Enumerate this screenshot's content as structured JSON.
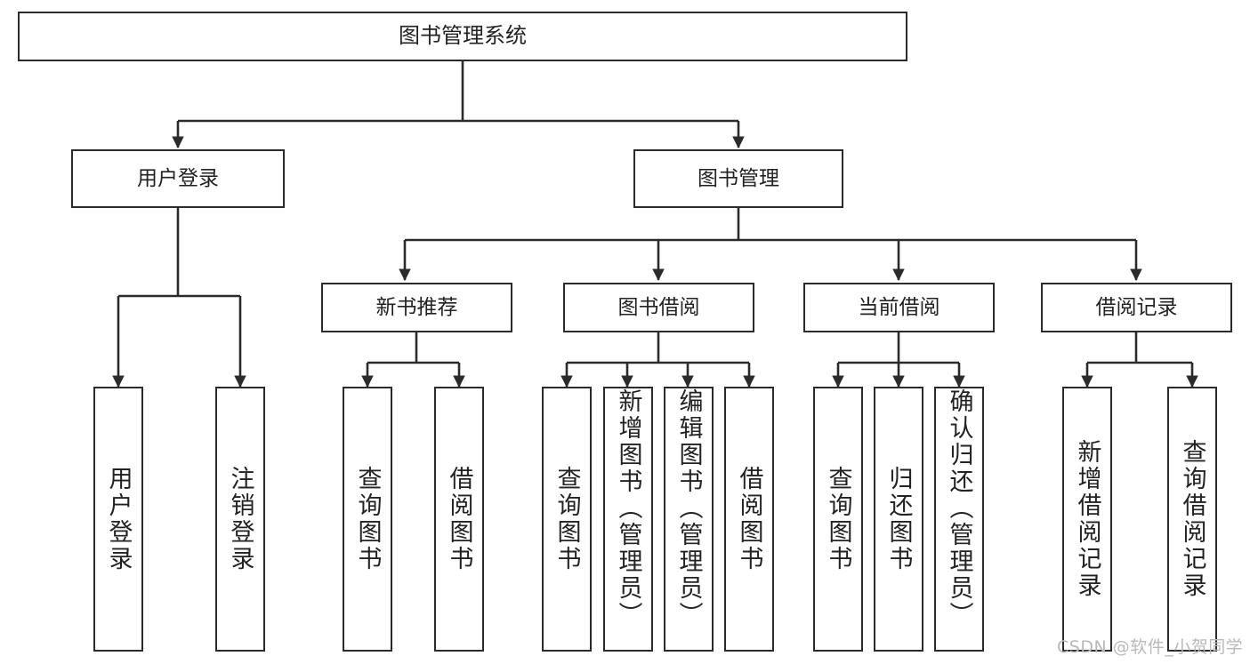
{
  "diagram": {
    "title": "图书管理系统",
    "watermark": "CSDN @软件_小贺同学",
    "stroke_color": "#2b2b2b",
    "text_color": "#222222",
    "background": "#ffffff",
    "watermark_color": "#b9b9b9"
  },
  "nodes": {
    "root": {
      "label": "图书管理系统"
    },
    "level1": [
      {
        "label": "用户登录"
      },
      {
        "label": "图书管理"
      }
    ],
    "level2": [
      {
        "label": "新书推荐"
      },
      {
        "label": "图书借阅"
      },
      {
        "label": "当前借阅"
      },
      {
        "label": "借阅记录"
      }
    ],
    "leaves": {
      "user_login": [
        {
          "label": "用户登录"
        },
        {
          "label": "注销登录"
        }
      ],
      "new_book_recommend": [
        {
          "label": "查询图书"
        },
        {
          "label": "借阅图书"
        }
      ],
      "book_borrow": [
        {
          "label": "查询图书"
        },
        {
          "label": "新增图书（管理员）"
        },
        {
          "label": "编辑图书（管理员）"
        },
        {
          "label": "借阅图书"
        }
      ],
      "current_borrow": [
        {
          "label": "查询图书"
        },
        {
          "label": "归还图书"
        },
        {
          "label": "确认归还（管理员）"
        }
      ],
      "borrow_records": [
        {
          "label": "新增借阅记录"
        },
        {
          "label": "查询借阅记录"
        }
      ]
    }
  }
}
